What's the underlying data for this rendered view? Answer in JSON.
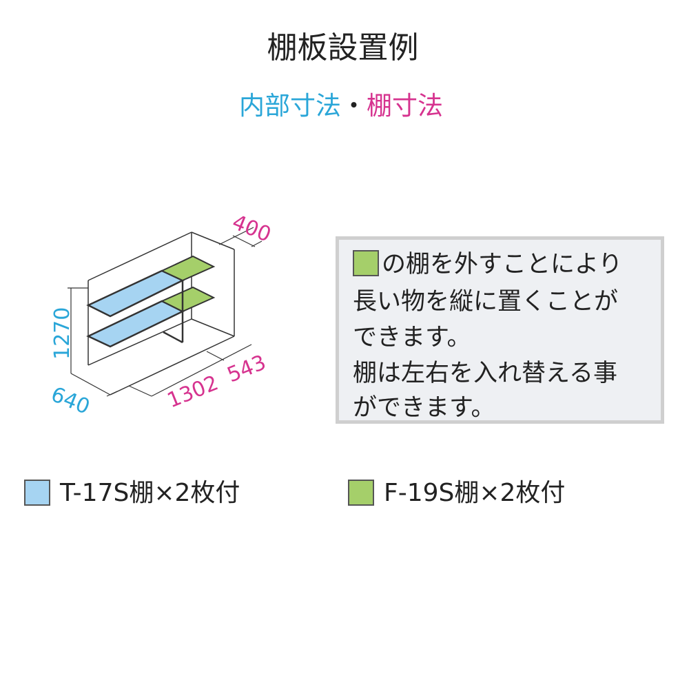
{
  "title": "棚板設置例",
  "subtitle": {
    "inner": "内部寸法",
    "separator": "・",
    "shelf": "棚寸法"
  },
  "colors": {
    "inner_dim": "#2aa6d8",
    "shelf_dim": "#d6338f",
    "blue_shelf": "#a6d4f2",
    "green_shelf": "#a5cf6a"
  },
  "diagram": {
    "height": "1270",
    "depth": "640",
    "width": "1302",
    "green_width": "543",
    "green_depth": "400"
  },
  "note": {
    "lines": [
      "の棚を外すことにより",
      "長い物を縦に置くことが",
      "できます。",
      "棚は左右を入れ替える事",
      "ができます。"
    ]
  },
  "legend": [
    {
      "label": "T-17S棚×2枚付"
    },
    {
      "label": "F-19S棚×2枚付"
    }
  ]
}
